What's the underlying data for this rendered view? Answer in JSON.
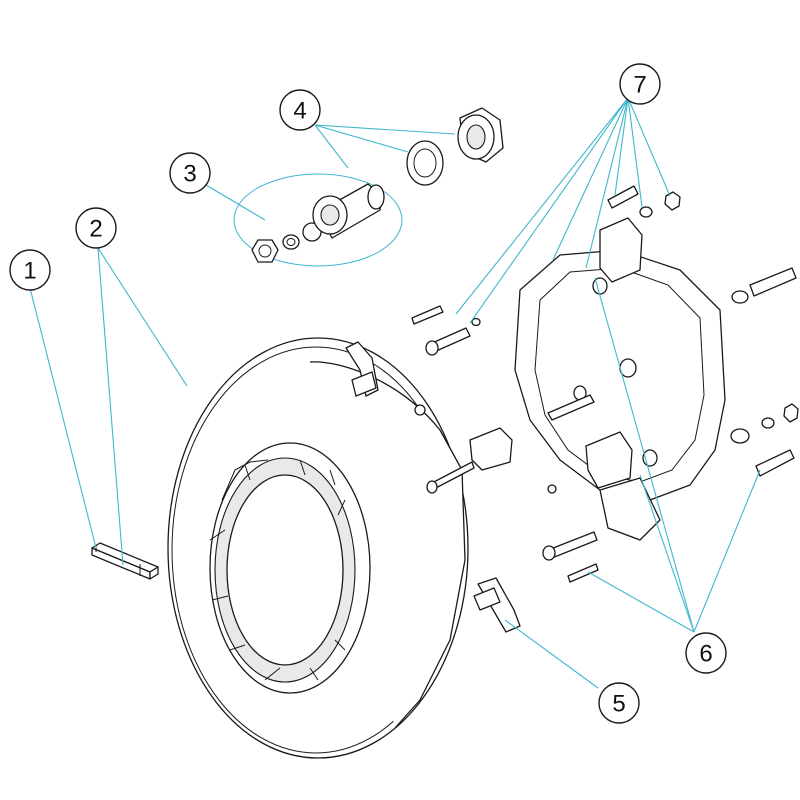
{
  "balloons": [
    {
      "id": "1",
      "label": "1"
    },
    {
      "id": "2",
      "label": "2"
    },
    {
      "id": "3",
      "label": "3"
    },
    {
      "id": "4",
      "label": "4"
    },
    {
      "id": "5",
      "label": "5"
    },
    {
      "id": "6",
      "label": "6"
    },
    {
      "id": "7",
      "label": "7"
    }
  ],
  "colors": {
    "leader": "#3fb7cc",
    "outline": "#1a1a1a",
    "background": "#ffffff"
  }
}
